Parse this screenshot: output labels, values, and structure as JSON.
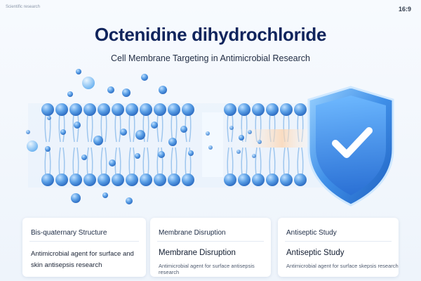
{
  "header": {
    "corner_left": "Scientific research",
    "aspect_label": "16:9",
    "title": "Octenidine dihydrochloride",
    "subtitle": "Cell Membrane Targeting in Antimicrobial Research"
  },
  "illustration": {
    "membrane_color": "#4f93de",
    "shield_color": "#3f8fe8",
    "check_color": "#ffffff",
    "icons": [
      "lipid-bilayer",
      "shield-check-icon",
      "droplet-icon"
    ]
  },
  "cards": [
    {
      "heading": "Bis-quaternary Structure",
      "description": "Antimicrobial agent for surface and skin antisepsis research"
    },
    {
      "heading": "Membrane Disruption",
      "big": "Membrane Disruption",
      "small": "Antimicrobial agent for surface antisepsis research"
    },
    {
      "heading": "Antiseptic Study",
      "big": "Antiseptic Study",
      "small": "Antimicrobial agent for surface skepsis research"
    }
  ]
}
